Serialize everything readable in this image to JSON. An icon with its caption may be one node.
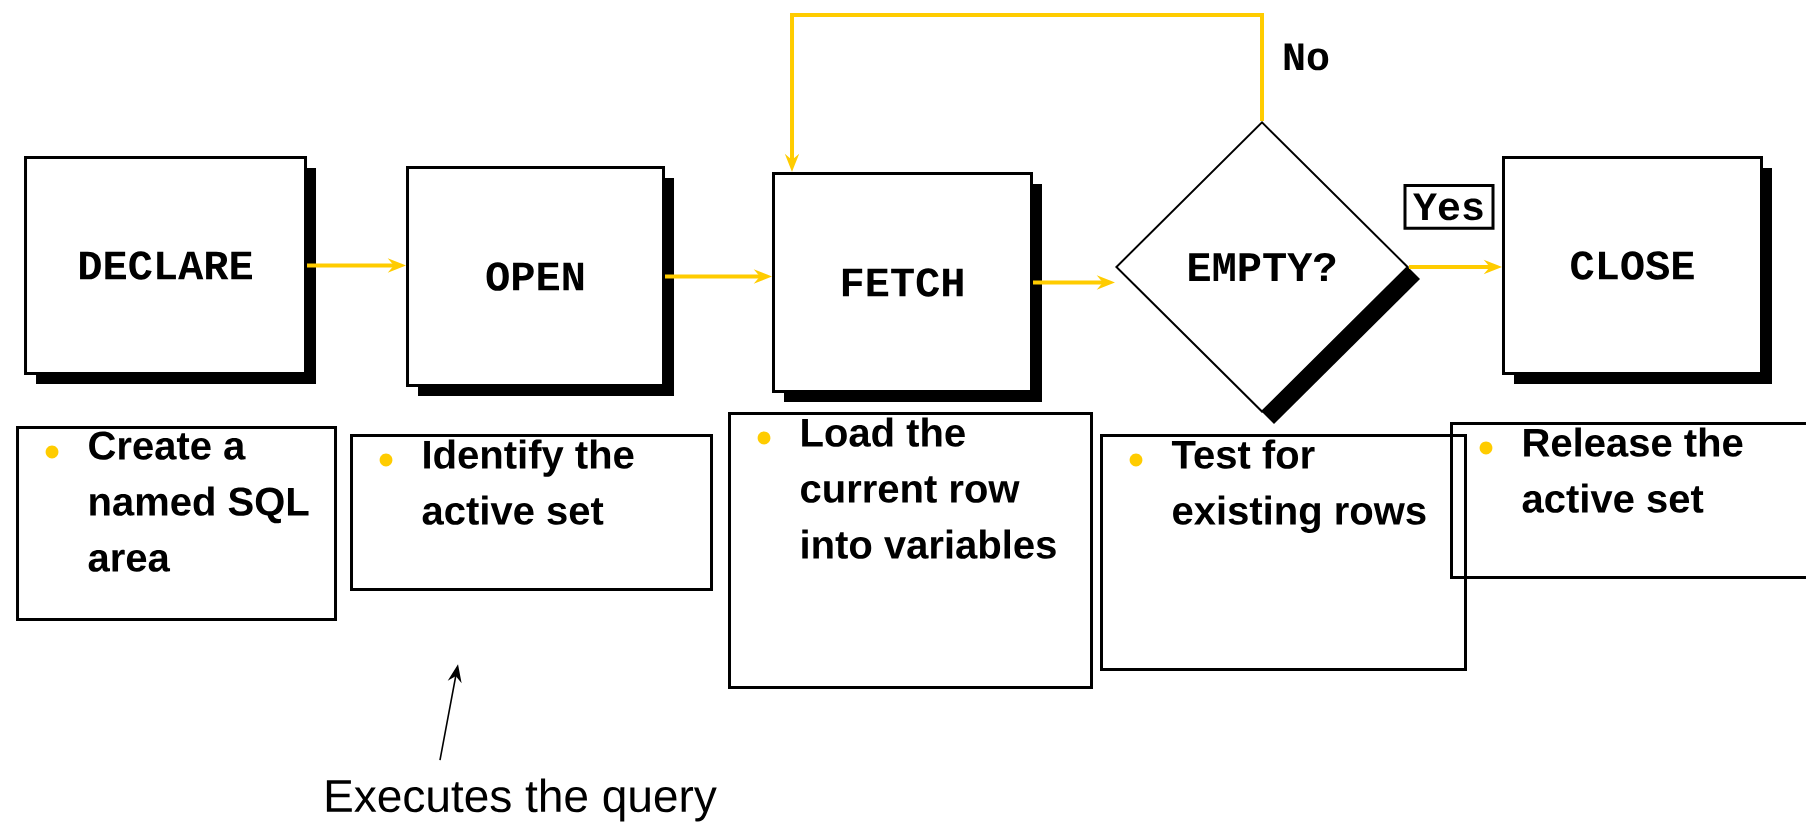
{
  "diagram": {
    "nodes": [
      {
        "text": [
          "DECLARE"
        ]
      },
      {
        "text": [
          "OPEN"
        ]
      },
      {
        "text": [
          "FETCH"
        ]
      },
      {
        "text": [
          "EMPTY?"
        ]
      },
      {
        "text": [
          "CLOSE"
        ]
      },
      {
        "text": [
          "Create a named SQL area"
        ]
      },
      {
        "text": [
          "Identify the active set"
        ]
      },
      {
        "text": [
          "Load the current row into variables"
        ]
      },
      {
        "text": [
          "Test for existing rows"
        ]
      },
      {
        "text": [
          "Release the active set"
        ]
      },
      {
        "text": [
          "Executes the query"
        ]
      }
    ],
    "edges": [
      {
        "from": 0,
        "to": 1,
        "arrow": "to"
      },
      {
        "from": 1,
        "to": 2,
        "arrow": "to"
      },
      {
        "from": 2,
        "to": 3,
        "arrow": "to"
      },
      {
        "from": 3,
        "to": 2,
        "arrow": "to",
        "label": "No"
      },
      {
        "from": 3,
        "to": 4,
        "arrow": "to",
        "label": "Yes"
      },
      {
        "from": 10,
        "to": null,
        "arrow": "to",
        "color": "#000000"
      }
    ]
  }
}
